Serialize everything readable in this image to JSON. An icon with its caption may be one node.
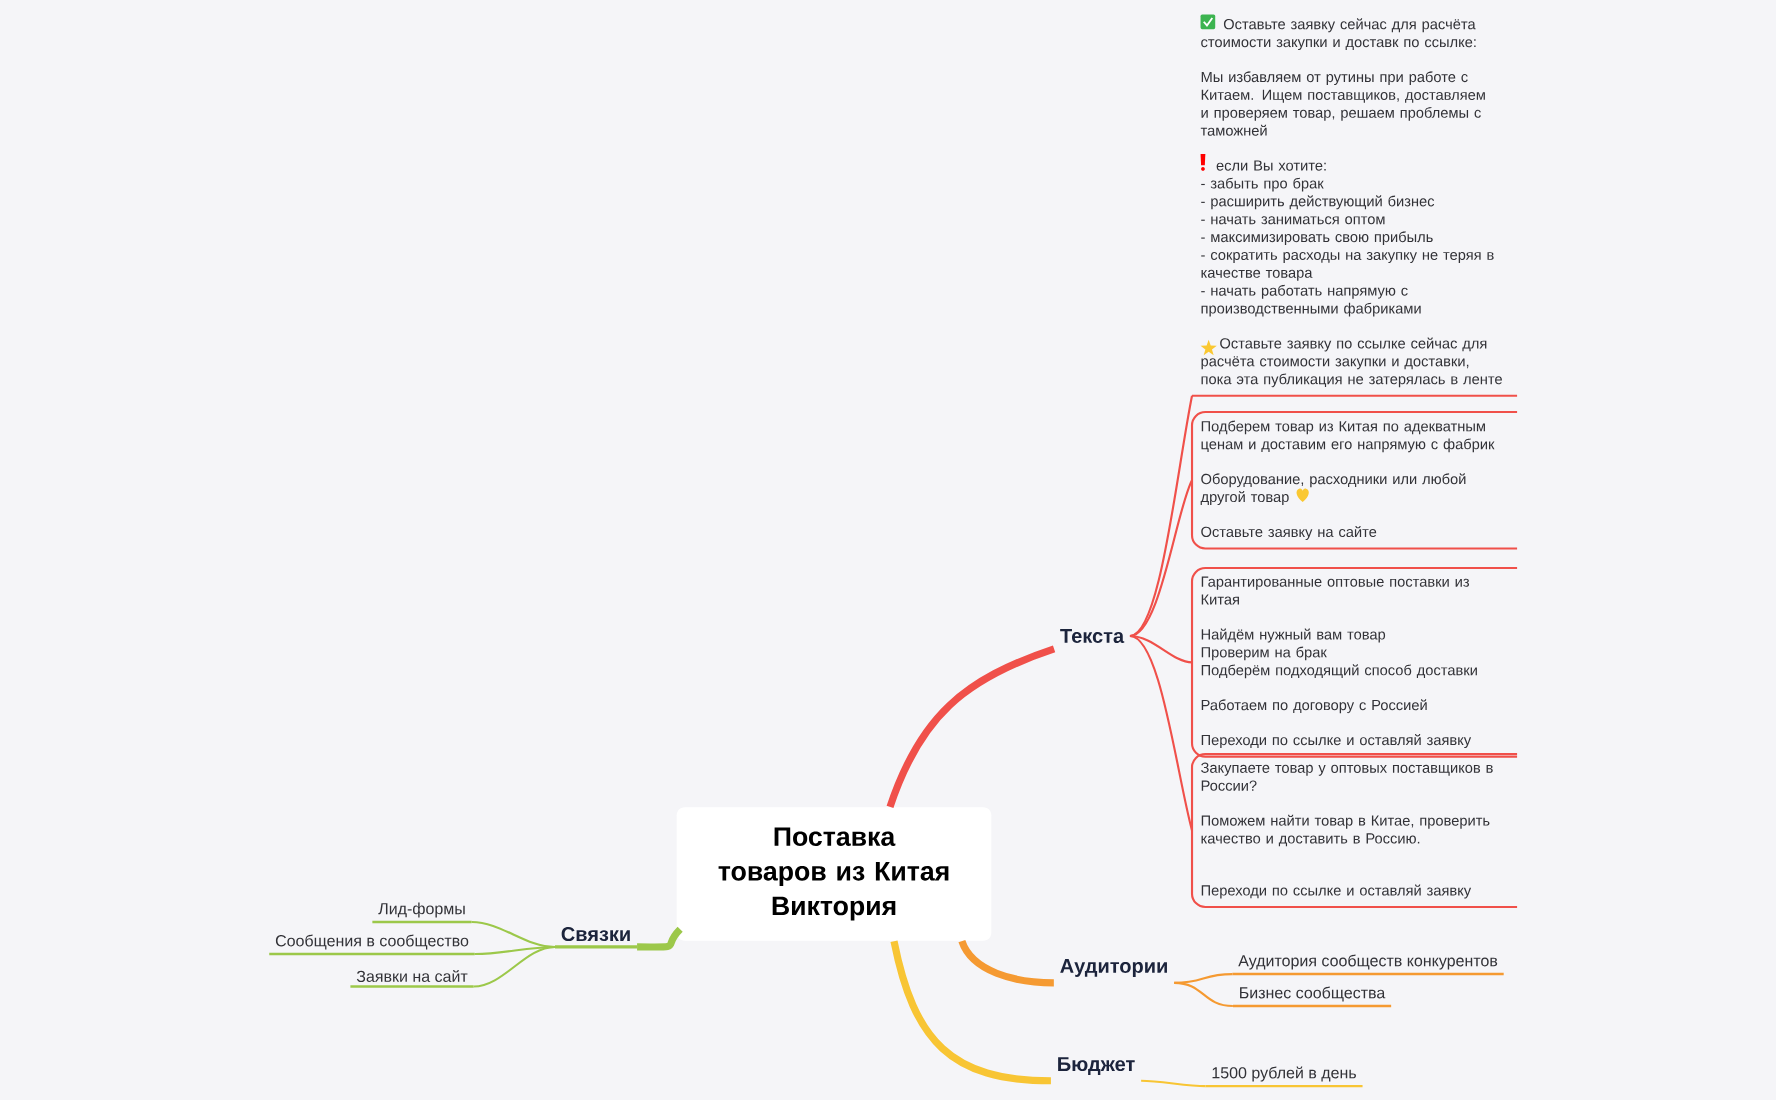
{
  "diagram": {
    "nodes": [
      {
        "text": [
          "Поставка товаров из Китая",
          "Виктория"
        ]
      },
      {
        "text": [
          "Текста"
        ]
      },
      {
        "text": [
          "Оставьте заявку сейчас для расчёта стоимости закупки и доставк по ссылке:",
          "Мы избавляем от рутины при работе с Китаем. Ищем поставщиков, доставляем и проверяем товар, решаем проблемы с таможней",
          "если Вы хотите:",
          "- забыть про брак",
          "- расширить действующий бизнес",
          "- начать заниматься оптом",
          "- максимизировать свою прибыль",
          "- сократить расходы на закупку не теряя в качестве товара",
          "- начать работать напрямую с производственными фабриками",
          "Оставьте заявку по ссылке сейчас для расчёта стоимости закупки и доставки, пока эта публикация не затерялась в ленте"
        ]
      },
      {
        "text": [
          "Подберем товар из Китая по адекватным ценам и доставим его напрямую с фабрик",
          "Оборудование, расходники или любой другой товар",
          "Оставьте заявку на сайте"
        ]
      },
      {
        "text": [
          "Гарантированные оптовые поставки из Китая",
          "Найдём нужный вам товар",
          "Проверим на брак",
          "Подберём подходящий способ доставки",
          "Работаем по договору с Россией",
          "Переходи по ссылке и оставляй заявку"
        ]
      },
      {
        "text": [
          "Закупаете товар у оптовых поставщиков в России?",
          "Поможем найти товар в Китае, проверить качество и доставить в Россию.",
          "Переходи по ссылке и оставляй заявку"
        ]
      },
      {
        "text": [
          "Аудитории"
        ]
      },
      {
        "text": [
          "Аудитория сообществ конкурентов"
        ]
      },
      {
        "text": [
          "Бизнес сообщества"
        ]
      },
      {
        "text": [
          "Бюджет"
        ]
      },
      {
        "text": [
          "1500 рублей в день"
        ]
      },
      {
        "text": [
          "Связки"
        ]
      },
      {
        "text": [
          "Лид-формы"
        ]
      },
      {
        "text": [
          "Сообщения в сообщество"
        ]
      },
      {
        "text": [
          "Заявки на сайт"
        ]
      }
    ],
    "edges": [
      {
        "from": 0,
        "to": 1,
        "arrow": "none",
        "style": "thick",
        "color": "#f0504a"
      },
      {
        "from": 1,
        "to": 2,
        "arrow": "none",
        "color": "#f0504a"
      },
      {
        "from": 1,
        "to": 3,
        "arrow": "none",
        "color": "#f0504a"
      },
      {
        "from": 1,
        "to": 4,
        "arrow": "none",
        "color": "#f0504a"
      },
      {
        "from": 1,
        "to": 5,
        "arrow": "none",
        "color": "#f0504a"
      },
      {
        "from": 0,
        "to": 6,
        "arrow": "none",
        "style": "thick",
        "color": "#f59a32"
      },
      {
        "from": 6,
        "to": 7,
        "arrow": "none",
        "color": "#f59a32"
      },
      {
        "from": 6,
        "to": 8,
        "arrow": "none",
        "color": "#f59a32"
      },
      {
        "from": 0,
        "to": 9,
        "arrow": "none",
        "style": "thick",
        "color": "#f8c534"
      },
      {
        "from": 9,
        "to": 10,
        "arrow": "none",
        "color": "#f8c534"
      },
      {
        "from": 0,
        "to": 11,
        "arrow": "none",
        "style": "thick",
        "color": "#9cc84a"
      },
      {
        "from": 11,
        "to": 12,
        "arrow": "none",
        "color": "#9cc84a"
      },
      {
        "from": 11,
        "to": 13,
        "arrow": "none",
        "color": "#9cc84a"
      },
      {
        "from": 11,
        "to": 14,
        "arrow": "none",
        "color": "#9cc84a"
      }
    ]
  }
}
